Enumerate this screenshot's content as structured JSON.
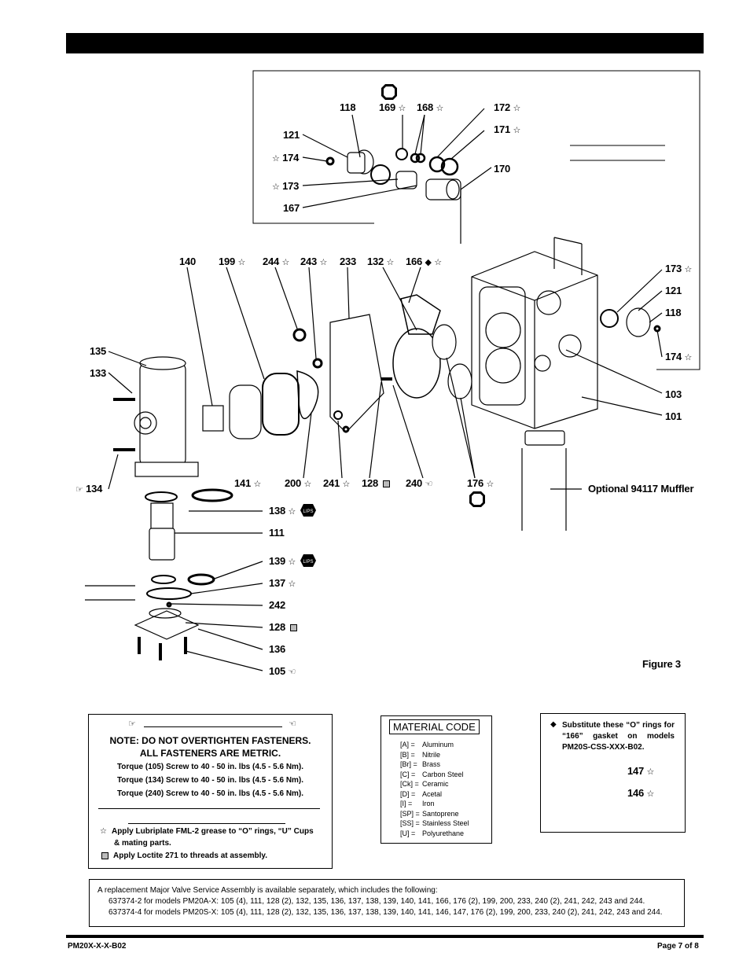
{
  "callouts": {
    "c118": "118",
    "c169": "169",
    "c168": "168",
    "c172": "172",
    "c171": "171",
    "c121": "121",
    "c174": "174",
    "c173": "173",
    "c167": "167",
    "c170": "170",
    "c140": "140",
    "c199": "199",
    "c244": "244",
    "c243": "243",
    "c233": "233",
    "c132": "132",
    "c166": "166",
    "c173b": "173",
    "c121b": "121",
    "c118b": "118",
    "c174b": "174",
    "c135": "135",
    "c133": "133",
    "c103": "103",
    "c101": "101",
    "c134": "134",
    "c141": "141",
    "c200": "200",
    "c241": "241",
    "c128": "128",
    "c240": "240",
    "c176": "176",
    "c138": "138",
    "c111": "111",
    "c139": "139",
    "c137": "137",
    "c242": "242",
    "c128b": "128",
    "c136": "136",
    "c105": "105",
    "muffler": "Optional 94117 Muffler",
    "figure": "Figure 3"
  },
  "lips_badge": "LIPS",
  "notes": {
    "warning_line1": "NOTE: DO NOT OVERTIGHTEN FASTENERS.",
    "warning_line2": "ALL FASTENERS ARE METRIC.",
    "torque": [
      "Torque (105) Screw to 40 - 50 in. lbs (4.5 - 5.6 Nm).",
      "Torque (134) Screw to 40 - 50 in. lbs (4.5 - 5.6 Nm).",
      "Torque (240) Screw to 40 - 50 in. lbs (4.5 - 5.6 Nm)."
    ],
    "legend_star_line1": "Apply Lubriplate FML-2 grease to “O” rings, “U” Cups",
    "legend_star_line2": "& mating parts.",
    "legend_square": "Apply Loctite 271 to threads at assembly."
  },
  "material": {
    "title": "MATERIAL CODE",
    "rows": [
      {
        "code": "[A] =",
        "name": "Aluminum"
      },
      {
        "code": "[B] =",
        "name": "Nitrile"
      },
      {
        "code": "[Br] =",
        "name": "Brass"
      },
      {
        "code": "[C] =",
        "name": "Carbon Steel"
      },
      {
        "code": "[Ck] =",
        "name": "Ceramic"
      },
      {
        "code": "[D] =",
        "name": "Acetal"
      },
      {
        "code": "[I] =",
        "name": "Iron"
      },
      {
        "code": "[SP] =",
        "name": "Santoprene"
      },
      {
        "code": "[SS] =",
        "name": "Stainless Steel"
      },
      {
        "code": "[U] =",
        "name": "Polyurethane"
      }
    ]
  },
  "substitute": {
    "text": "Substitute these “O” rings for “166” gasket on models PM20S-CSS-XXX-B02.",
    "c147": "147",
    "c146": "146"
  },
  "service": {
    "line1": "A replacement Major Valve Service Assembly is available separately, which includes the following:",
    "line2": "637374-2 for models PM20A-X: 105 (4), 111, 128 (2), 132, 135, 136, 137, 138, 139, 140, 141, 166, 176 (2), 199, 200, 233, 240 (2), 241, 242, 243 and 244.",
    "line3": "637374-4 for models PM20S-X: 105 (4), 111, 128 (2), 132, 135, 136, 137, 138, 139, 140, 141, 146, 147, 176 (2), 199, 200, 233, 240 (2), 241, 242, 243 and 244."
  },
  "footer": {
    "left": "PM20X-X-X-B02",
    "right": "Page  7 of 8"
  },
  "symbols": {
    "star": "☆",
    "diamond": "◆",
    "hand_right": "☞",
    "hand_left": "☜"
  }
}
